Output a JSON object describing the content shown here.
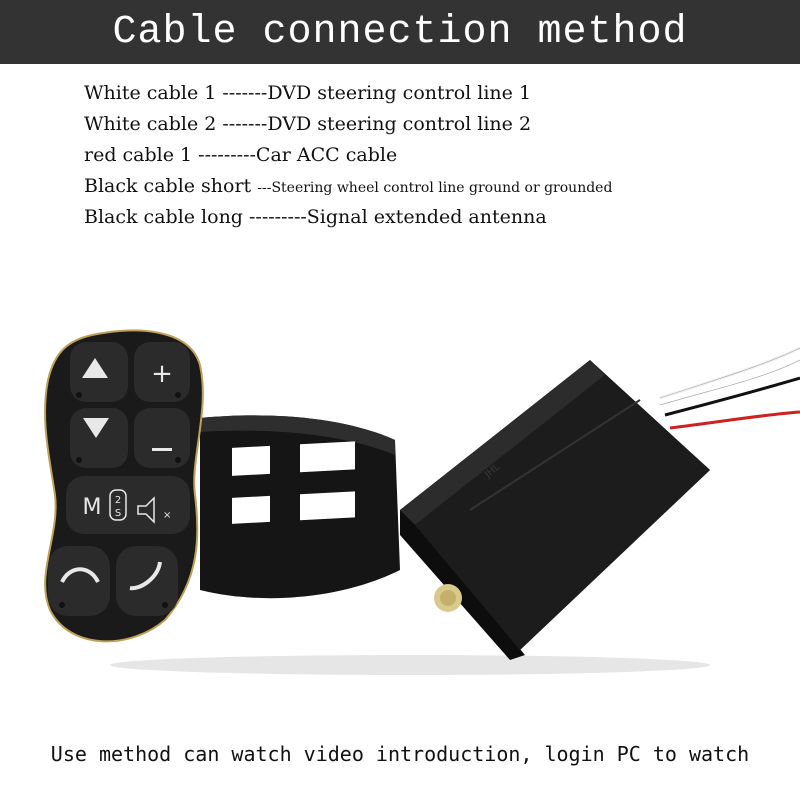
{
  "header": {
    "title": "Cable connection method"
  },
  "wiring": [
    {
      "text": "White cable 1  -------DVD steering control line 1"
    },
    {
      "text": "White cable 2  -------DVD steering control line 2"
    },
    {
      "text": "red cable 1 ---------Car ACC cable"
    },
    {
      "prefix": "Black cable short ",
      "suffix": "---Steering wheel control line ground or grounded"
    },
    {
      "text": "Black cable long  ---------Signal extended antenna"
    }
  ],
  "remote": {
    "buttons": [
      {
        "name": "up-button",
        "icon": "triangle-up-icon",
        "label": "▲"
      },
      {
        "name": "plus-button",
        "icon": "plus-icon",
        "label": "+"
      },
      {
        "name": "down-button",
        "icon": "triangle-down-icon",
        "label": "▼"
      },
      {
        "name": "minus-button",
        "icon": "minus-icon",
        "label": "−"
      },
      {
        "name": "mode-button",
        "icon": "mode-icon",
        "label": "M"
      },
      {
        "name": "call-answer-button",
        "icon": "phone-answer-icon",
        "label": ""
      },
      {
        "name": "call-end-button",
        "icon": "phone-end-icon",
        "label": ""
      }
    ],
    "mode_badge": "2S",
    "colors": {
      "body": "#1a1a1a",
      "trim": "#bfa054",
      "button": "#2b2b2b",
      "glyph": "#e8e8e8"
    }
  },
  "module": {
    "wire_colors": [
      "#ffffff",
      "#111111",
      "#cc2222",
      "#f0f0f0"
    ]
  },
  "footer": {
    "text": "Use method can watch video introduction, login PC to watch"
  }
}
